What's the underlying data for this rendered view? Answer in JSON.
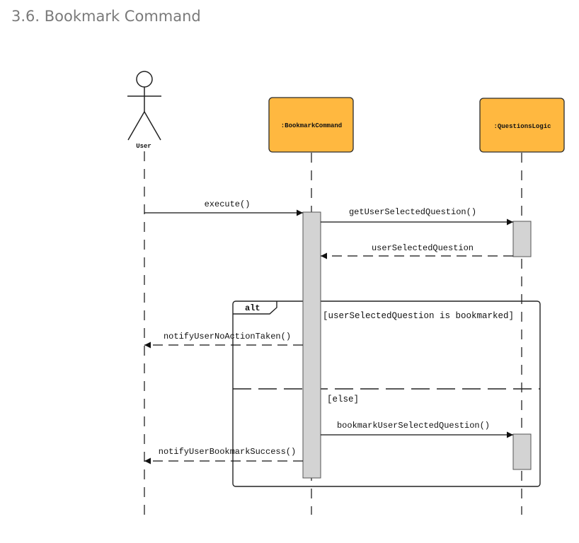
{
  "heading": "3.6. Bookmark Command",
  "participants": {
    "user": {
      "label": "User",
      "kind": "actor"
    },
    "command": {
      "label": ":BookmarkCommand",
      "kind": "box",
      "fill": "#FFB840"
    },
    "logic": {
      "label": ":QuestionsLogic",
      "kind": "box",
      "fill": "#FFB840"
    }
  },
  "messages": [
    {
      "label": "execute()",
      "from": "User",
      "to": ":BookmarkCommand",
      "style": "solid"
    },
    {
      "label": "getUserSelectedQuestion()",
      "from": ":BookmarkCommand",
      "to": ":QuestionsLogic",
      "style": "solid"
    },
    {
      "label": "userSelectedQuestion",
      "from": ":QuestionsLogic",
      "to": ":BookmarkCommand",
      "style": "dashed"
    },
    {
      "label": "notifyUserNoActionTaken()",
      "from": ":BookmarkCommand",
      "to": "User",
      "style": "dashed"
    },
    {
      "label": "bookmarkUserSelectedQuestion()",
      "from": ":BookmarkCommand",
      "to": ":QuestionsLogic",
      "style": "solid"
    },
    {
      "label": "notifyUserBookmarkSuccess()",
      "from": ":BookmarkCommand",
      "to": "User",
      "style": "dashed"
    }
  ],
  "fragment": {
    "operator": "alt",
    "guards": [
      "[userSelectedQuestion is bookmarked]",
      "[else]"
    ]
  },
  "colors": {
    "participant_fill": "#FFB840",
    "participant_border": "#2b2b2b",
    "activation_fill": "#d3d3d3",
    "line": "#222222",
    "heading": "#7a7a7a"
  }
}
